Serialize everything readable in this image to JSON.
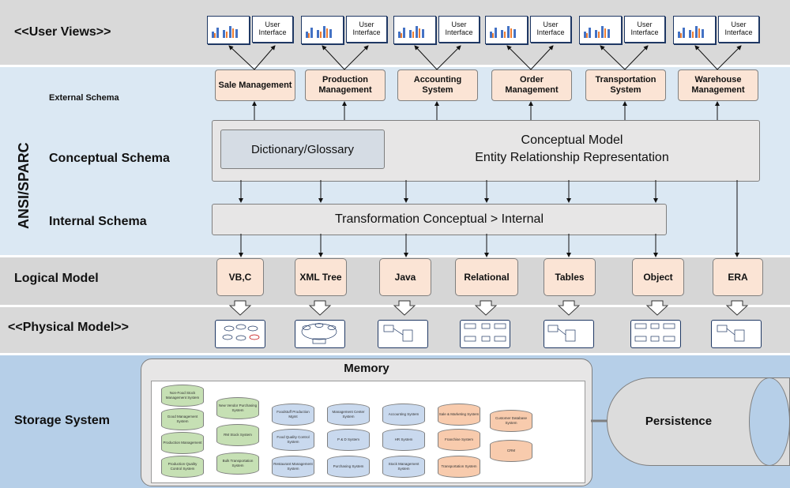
{
  "levels": {
    "user_views": "<<User Views>>",
    "ansi": "ANSI/SPARC",
    "external": "External Schema",
    "conceptual": "Conceptual Schema",
    "internal": "Internal Schema",
    "logical": "Logical Model",
    "physical": "<<Physical Model>>",
    "storage": "Storage System"
  },
  "user_interface_label": "User Interface",
  "external_schemas": [
    "Sale Management",
    "Production Management",
    "Accounting System",
    "Order Management",
    "Transportation System",
    "Warehouse Management"
  ],
  "dictionary": "Dictionary/Glossary",
  "conceptual_model": [
    "Conceptual Model",
    "Entity Relationship Representation"
  ],
  "transformation": "Transformation Conceptual > Internal",
  "logical_models": [
    "VB,C",
    "XML Tree",
    "Java",
    "Relational",
    "Tables",
    "Object",
    "ERA"
  ],
  "memory": "Memory",
  "persistence": "Persistence",
  "systems": [
    "Non-Food Stock Management System",
    "Good Management System",
    "Production Management",
    "Production Quality Control System",
    "New Vendor Purchasing System",
    "RM Stock System",
    "Bulk Transportation System",
    "Foodstuff Production Mgmt",
    "Food Quality Control System",
    "Restaurant Management System",
    "Management Center System",
    "P & D System",
    "Purchasing System",
    "Accounting System",
    "HR System",
    "Stock Management System",
    "Sale & Marketing System",
    "Franchise System",
    "Transportation System",
    "Customer Database System",
    "CRM"
  ]
}
